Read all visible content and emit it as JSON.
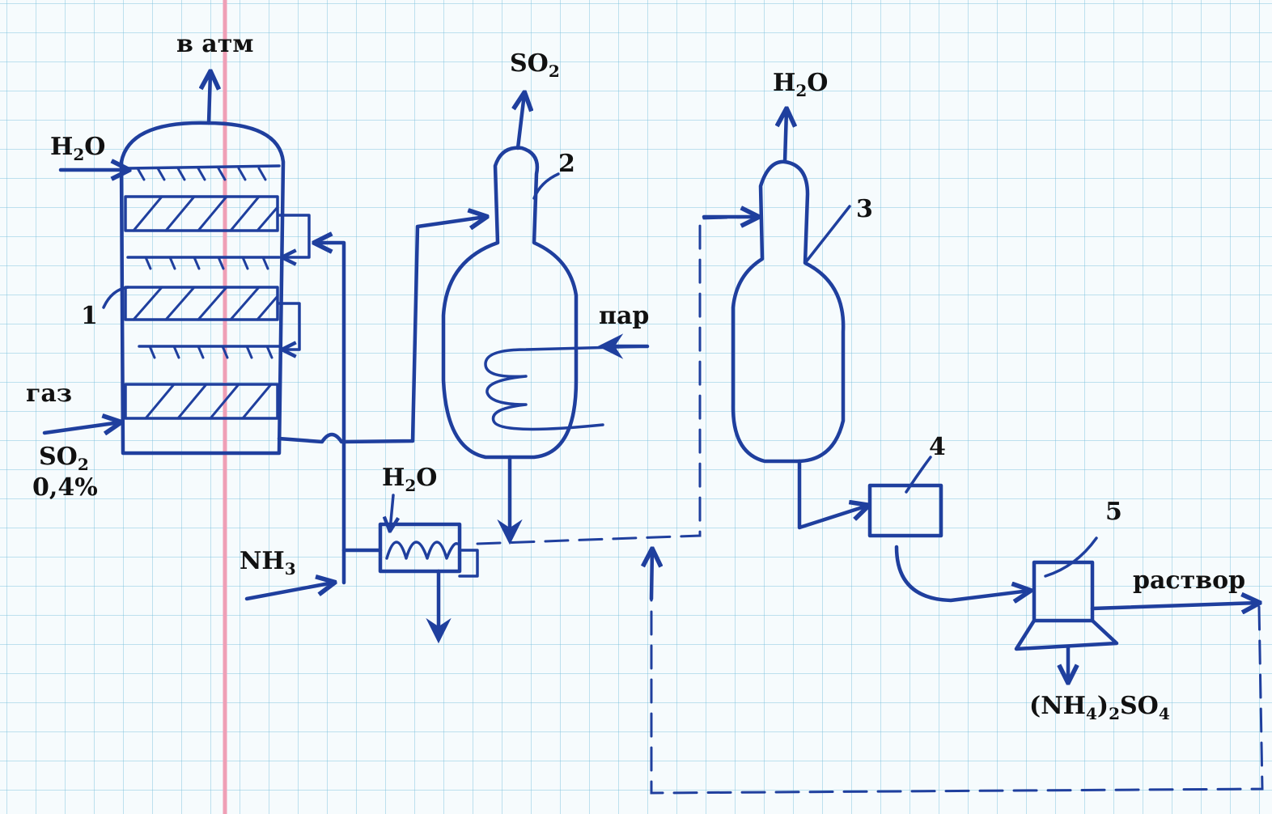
{
  "labels": {
    "to_atm": "в атм",
    "so2_out": "SO",
    "so2_out_sub": "2",
    "h2o_out_3": "H",
    "h2o_out_3_sub": "2",
    "h2o_out_3_tail": "O",
    "h2o_in_1": "H",
    "h2o_in_1_sub": "2",
    "h2o_in_1_tail": "O",
    "gas": "газ",
    "so2_in": "SO",
    "so2_in_sub": "2",
    "so2_conc": "0,4%",
    "steam": "пар",
    "h2o_cooler": "H",
    "h2o_cooler_sub": "2",
    "h2o_cooler_tail": "O",
    "nh3": "NH",
    "nh3_sub": "3",
    "solution": "раствор",
    "product_open": "(NH",
    "product_sub1": "4",
    "product_mid": ")",
    "product_sub2": "2",
    "product_so": "SO",
    "product_sub3": "4"
  },
  "equipment_numbers": [
    "1",
    "2",
    "3",
    "4",
    "5"
  ],
  "colors": {
    "ink": "#1f3f9e",
    "grid": "#78bedc",
    "margin": "#ef9fb6"
  }
}
